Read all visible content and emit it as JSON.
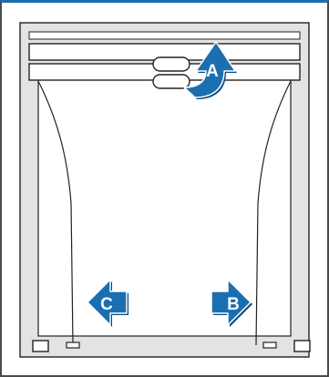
{
  "diagram": {
    "labels": {
      "a": "A",
      "b": "B",
      "c": "C"
    },
    "colors": {
      "arrow_fill": "#1a6fb0",
      "arrow_shadow": "#0d4a7c",
      "frame_fill": "#e3e3e3",
      "line": "#222222",
      "border_top": "#1a6fb0"
    },
    "icons": {
      "a": "curved-arrow-up-icon",
      "b": "arrow-right-icon",
      "c": "arrow-left-icon"
    }
  }
}
